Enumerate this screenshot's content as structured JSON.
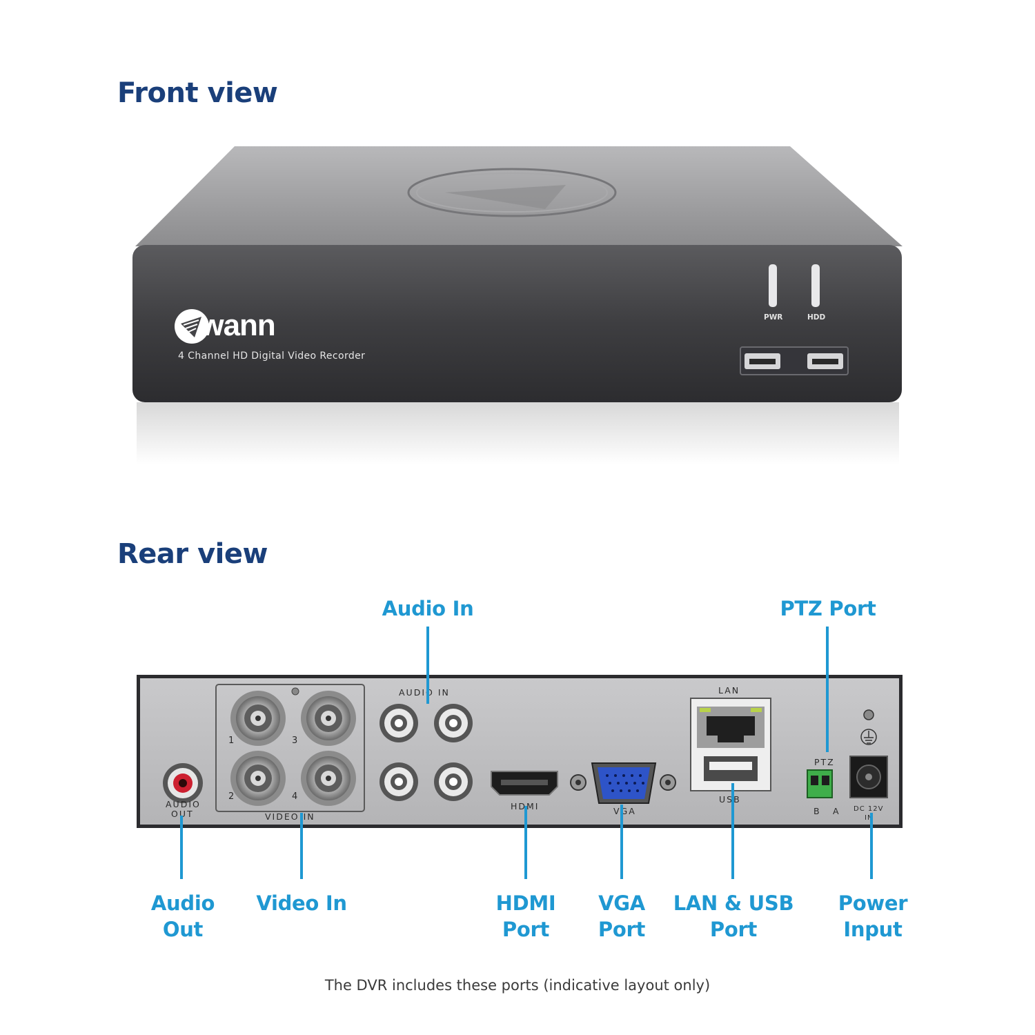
{
  "headings": {
    "front": "Front view",
    "rear": "Rear view"
  },
  "front_panel": {
    "brand": "Swann",
    "model": "4 Channel HD Digital Video Recorder",
    "led_pwr": "PWR",
    "led_hdd": "HDD"
  },
  "rear_panel": {
    "audio_in": "AUDIO  IN",
    "lan": "LAN",
    "ptz": "PTZ",
    "audio_out_1": "AUDIO",
    "audio_out_2": "OUT",
    "video_in": "VIDEO  IN",
    "hdmi": "HDMI",
    "vga": "VGA",
    "usb": "USB",
    "ptz_b": "B",
    "ptz_a": "A",
    "dc_1": "DC 12V",
    "dc_2": "IN",
    "ch1": "1",
    "ch2": "2",
    "ch3": "3",
    "ch4": "4"
  },
  "callouts": {
    "audio_in": "Audio In",
    "ptz_port": "PTZ Port",
    "audio_out_1": "Audio",
    "audio_out_2": "Out",
    "video_in": "Video In",
    "hdmi_1": "HDMI",
    "hdmi_2": "Port",
    "vga_1": "VGA",
    "vga_2": "Port",
    "lan_usb_1": "LAN & USB",
    "lan_usb_2": "Port",
    "power_1": "Power",
    "power_2": "Input"
  },
  "caption": "The DVR includes these ports (indicative layout only)",
  "colors": {
    "heading": "#1a3f7a",
    "callout": "#1f98d2"
  }
}
